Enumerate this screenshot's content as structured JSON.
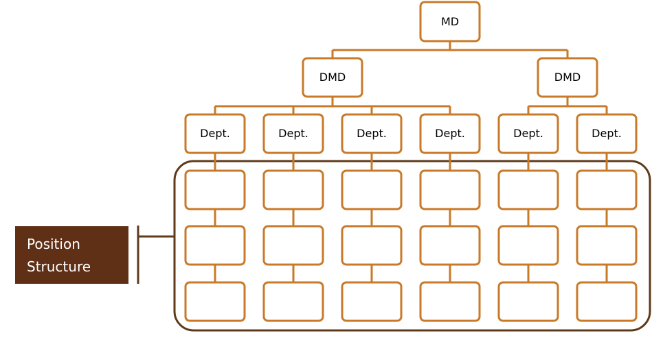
{
  "org_chart": {
    "top": {
      "label": "MD"
    },
    "deputies": [
      {
        "label": "DMD"
      },
      {
        "label": "DMD"
      }
    ],
    "departments": [
      {
        "label": "Dept."
      },
      {
        "label": "Dept."
      },
      {
        "label": "Dept."
      },
      {
        "label": "Dept."
      },
      {
        "label": "Dept."
      },
      {
        "label": "Dept."
      }
    ],
    "position_rows": 3,
    "group_label": {
      "line1": "Position",
      "line2": "Structure"
    }
  },
  "colors": {
    "node_border": "#c87a29",
    "group_border": "#5e3a1a",
    "label_background": "#5f2f16",
    "label_text": "#ffffff"
  }
}
